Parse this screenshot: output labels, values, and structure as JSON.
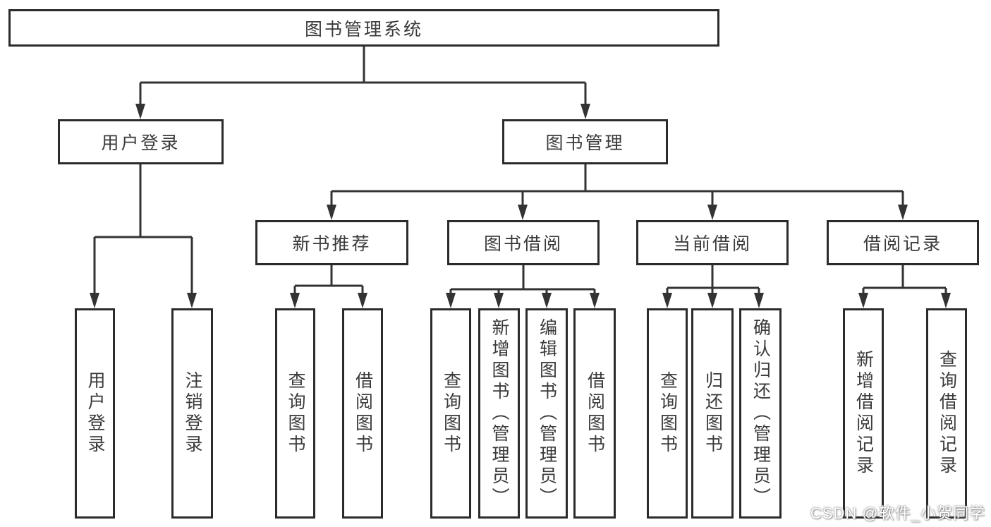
{
  "diagram": {
    "root": {
      "label": "图书管理系统"
    },
    "level2": [
      {
        "label": "用户登录"
      },
      {
        "label": "图书管理"
      }
    ],
    "level3": [
      {
        "label": "新书推荐",
        "parent": "图书管理"
      },
      {
        "label": "图书借阅",
        "parent": "图书管理"
      },
      {
        "label": "当前借阅",
        "parent": "图书管理"
      },
      {
        "label": "借阅记录",
        "parent": "图书管理"
      }
    ],
    "leaves": [
      {
        "label": "用户登录",
        "parent": "用户登录"
      },
      {
        "label": "注销登录",
        "parent": "用户登录"
      },
      {
        "label": "查询图书",
        "parent": "新书推荐"
      },
      {
        "label": "借阅图书",
        "parent": "新书推荐"
      },
      {
        "label": "查询图书",
        "parent": "图书借阅"
      },
      {
        "label": "新增图书（管理员）",
        "parent": "图书借阅"
      },
      {
        "label": "编辑图书（管理员）",
        "parent": "图书借阅"
      },
      {
        "label": "借阅图书",
        "parent": "图书借阅"
      },
      {
        "label": "查询图书",
        "parent": "当前借阅"
      },
      {
        "label": "归还图书",
        "parent": "当前借阅"
      },
      {
        "label": "确认归还（管理员）",
        "parent": "当前借阅"
      },
      {
        "label": "新增借阅记录",
        "parent": "借阅记录"
      },
      {
        "label": "查询借阅记录",
        "parent": "借阅记录"
      }
    ]
  },
  "watermark": {
    "text": "CSDN @软件_小贺同学"
  },
  "colors": {
    "line": "#333333",
    "box_border": "#2b2b2b",
    "box_fill": "#ffffff",
    "text": "#3a3a3a",
    "background": "#ffffff",
    "watermark_text": "#ffffff",
    "watermark_shadow": "#6e6e6e"
  }
}
